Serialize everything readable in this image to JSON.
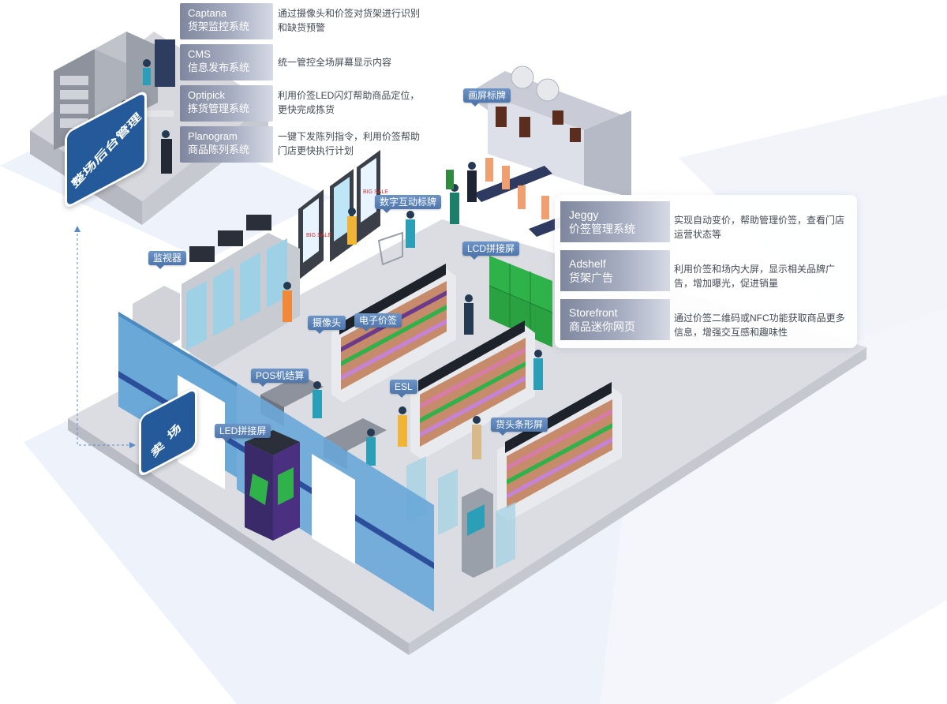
{
  "back_office": {
    "bubble_label": "整场后台管理",
    "systems": [
      {
        "name_en": "Captana",
        "name_cn": "货架监控系统",
        "desc": "通过摄像头和价签对货架进行识别和缺货预警"
      },
      {
        "name_en": "CMS",
        "name_cn": "信息发布系统",
        "desc": "统一管控全场屏幕显示内容"
      },
      {
        "name_en": "Optipick",
        "name_cn": "拣货管理系统",
        "desc": "利用价签LED闪灯帮助商品定位，更快完成拣货"
      },
      {
        "name_en": "Planogram",
        "name_cn": "商品陈列系统",
        "desc": "一键下发陈列指令，利用价签帮助门店更快执行计划"
      }
    ]
  },
  "store_floor": {
    "bubble_label": "卖场",
    "systems": [
      {
        "name_en": "Jeggy",
        "name_cn": "价签管理系统",
        "desc": "实现自动变价，帮助管理价签，查看门店运营状态等"
      },
      {
        "name_en": "Adshelf",
        "name_cn": "货架广告",
        "desc": "利用价签和场内大屏，显示相关品牌广告，增加曝光，促进销量"
      },
      {
        "name_en": "Storefront",
        "name_cn": "商品迷你网页",
        "desc": "通过价签二维码或NFC功能获取商品更多信息，增强交互感和趣味性"
      }
    ]
  },
  "callouts": {
    "monitor": "监视器",
    "digital_sign": "数字互动标牌",
    "painting_sign": "画屏标牌",
    "lcd_wall": "LCD拼接屏",
    "camera": "摄像头",
    "esl": "电子价签",
    "pos": "POS机结算",
    "esl_short": "ESL",
    "endcap": "货头条形屏",
    "led_wall": "LED拼接屏"
  },
  "sign_text": {
    "big_sale": "BIG SALE"
  },
  "colors": {
    "floor": "#dcdde2",
    "floor_edge": "#b9bcc5",
    "glass": "#6aa8d8",
    "glass_stripe": "#2b4f9a",
    "bubble": "#245a9a",
    "lcd_green": "#2fb24a",
    "backdrop": "#eef2fb"
  }
}
